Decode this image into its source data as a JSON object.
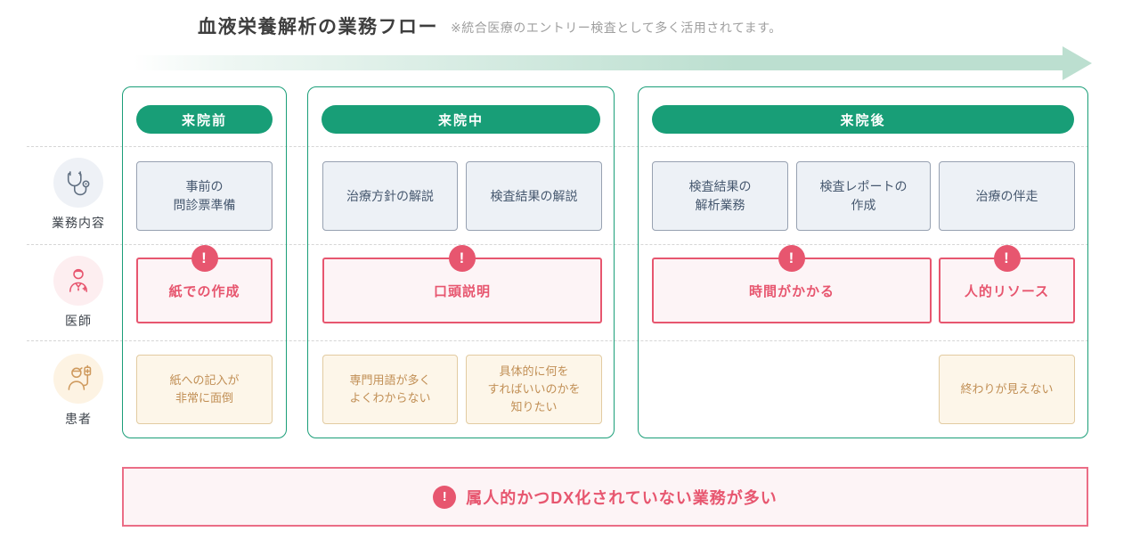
{
  "header": {
    "title": "血液栄養解析の業務フロー",
    "subtitle": "※統合医療のエントリー検査として多く活用されてます。"
  },
  "rail": {
    "tasks": {
      "label": "業務内容",
      "icon": "stethoscope-icon"
    },
    "doctor": {
      "label": "医師",
      "icon": "doctor-icon"
    },
    "patient": {
      "label": "患者",
      "icon": "patient-icon"
    }
  },
  "warning_icon": "!",
  "columns": [
    {
      "header": "来院前",
      "tasks": [
        "事前の\n問診票準備"
      ],
      "doctor_issues": [
        "紙での作成"
      ],
      "patient_notes": [
        "紙への記入が\n非常に面倒"
      ]
    },
    {
      "header": "来院中",
      "tasks": [
        "治療方針の解説",
        "検査結果の解説"
      ],
      "doctor_issues": [
        "口頭説明"
      ],
      "patient_notes": [
        "専門用語が多く\nよくわからない",
        "具体的に何を\nすればいいのかを\n知りたい"
      ]
    },
    {
      "header": "来院後",
      "tasks": [
        "検査結果の\n解析業務",
        "検査レポートの\n作成",
        "治療の伴走"
      ],
      "doctor_issues": [
        "時間がかかる",
        "人的リソース"
      ],
      "patient_notes": [
        "終わりが見えない"
      ]
    }
  ],
  "footer": {
    "text": "属人的かつDX化されていない業務が多い"
  },
  "colors": {
    "green": "#189e77",
    "arrow_green": "#bcdfd0",
    "pink": "#e7566f",
    "pink_bg": "#fdf4f6",
    "gray_box_bg": "#edf1f6",
    "gray_box_border": "#97a1b1",
    "gray_box_text": "#46586f",
    "tan_bg": "#fdf6e9",
    "tan_border": "#e2cba1",
    "tan_text": "#c18f55"
  }
}
